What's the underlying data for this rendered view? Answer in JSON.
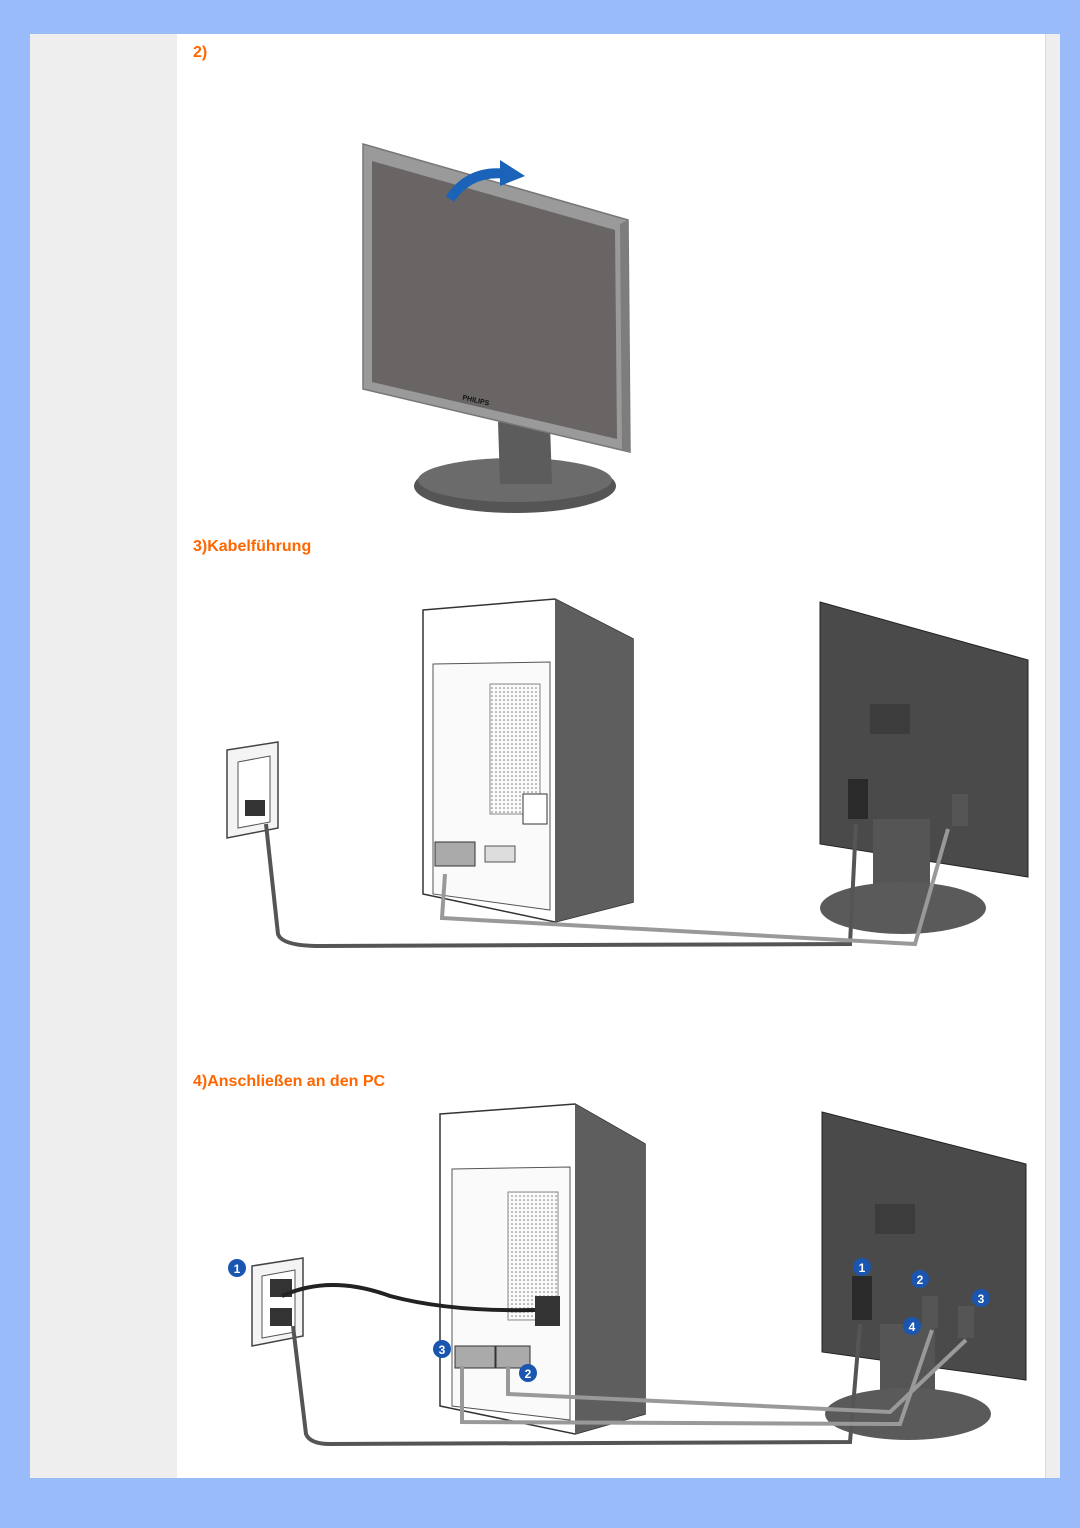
{
  "sections": {
    "step2": {
      "label": "2)"
    },
    "step3": {
      "label": "3)Kabelführung"
    },
    "step4": {
      "label": "4)Anschließen an den PC"
    }
  },
  "monitor": {
    "brand": "PHILIPS"
  },
  "markers": [
    "1",
    "2",
    "3",
    "4"
  ],
  "colors": {
    "background": "#99bbfa",
    "heading": "#ff6600",
    "marker": "#1a56b0",
    "arrow": "#1a63b8"
  }
}
